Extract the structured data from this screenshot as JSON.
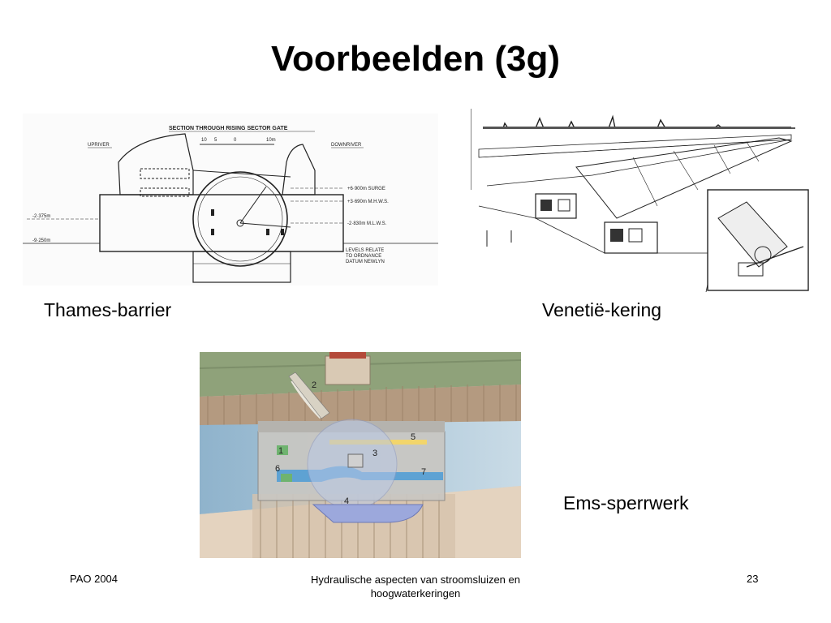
{
  "slide": {
    "title": "Voorbeelden (3g)"
  },
  "figures": {
    "thames": {
      "caption": "Thames-barrier",
      "heading": "SECTION THROUGH RISING SECTOR GATE",
      "upriver": "UPRIVER",
      "downriver": "DOWNRIVER",
      "scale": [
        "10",
        "5",
        "0",
        "10m"
      ],
      "levels_left": [
        "-2·375m",
        "-9·250m"
      ],
      "levels_right": [
        "+6·900m SURGE",
        "+3·690m M.H.W.S.",
        "-2·830m M.L.W.S."
      ],
      "note_lines": [
        "LEVELS RELATE",
        "TO ORDNANCE",
        "DATUM NEWLYN"
      ]
    },
    "venice": {
      "caption": "Venetië-kering"
    },
    "ems": {
      "caption": "Ems-sperrwerk",
      "numbers": [
        "1",
        "2",
        "3",
        "4",
        "5",
        "6",
        "7"
      ]
    }
  },
  "footer": {
    "left": "PAO 2004",
    "center_line1": "Hydraulische aspecten van stroomsluizen en",
    "center_line2": "hoogwaterkeringen",
    "page": "23"
  }
}
